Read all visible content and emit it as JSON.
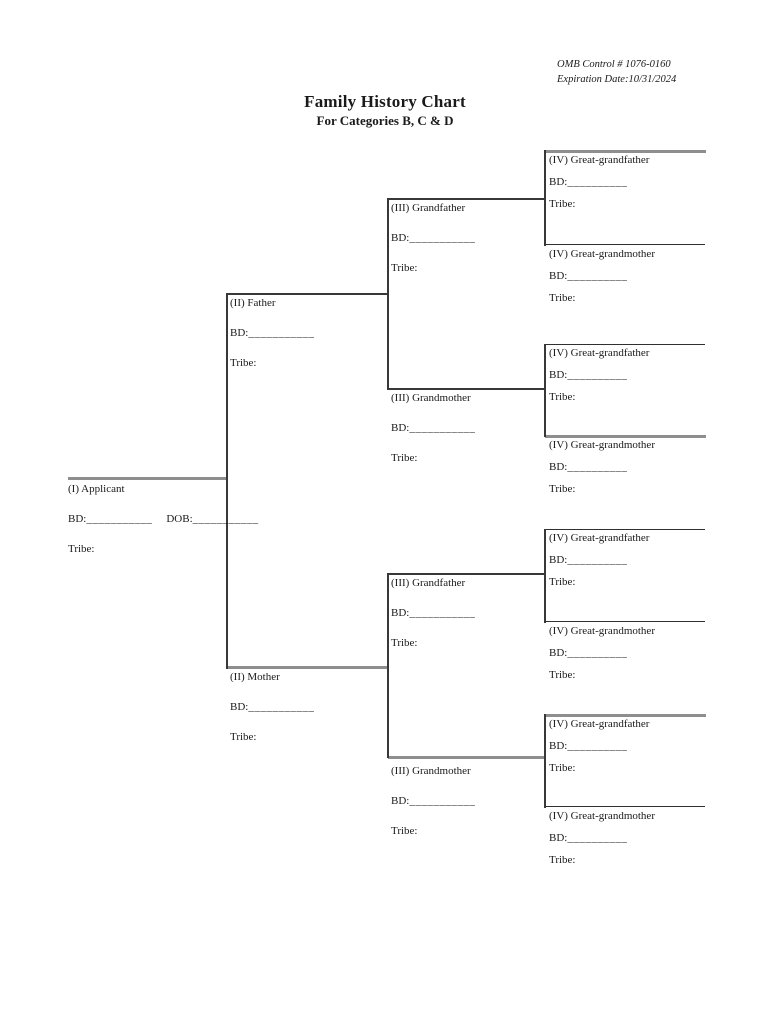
{
  "header": {
    "omb_control": "OMB Control # 1076-0160",
    "expiration": "Expiration Date:10/31/2024",
    "title": "Family History Chart",
    "subtitle": "For Categories B, C & D"
  },
  "colors": {
    "text": "#1a1a1a",
    "line_dark": "#383838",
    "line_gray": "#8e8e8e"
  },
  "persons": [
    {
      "id": "applicant",
      "label": "(I) Applicant",
      "bd": "BD:",
      "bd_blank": "___________",
      "dob": "DOB:",
      "dob_blank": "___________",
      "tribe": "Tribe:"
    },
    {
      "id": "father",
      "label": "(II) Father",
      "bd": "BD:",
      "bd_blank": "___________",
      "tribe": "Tribe:"
    },
    {
      "id": "mother",
      "label": "(II) Mother",
      "bd": "BD:",
      "bd_blank": "___________",
      "tribe": "Tribe:"
    },
    {
      "id": "paternal-grandfather",
      "label": "(III) Grandfather",
      "bd": "BD:",
      "bd_blank": "___________",
      "tribe": "Tribe:"
    },
    {
      "id": "paternal-grandmother",
      "label": "(III) Grandmother",
      "bd": "BD:",
      "bd_blank": "___________",
      "tribe": "Tribe:"
    },
    {
      "id": "maternal-grandfather",
      "label": "(III) Grandfather",
      "bd": "BD:",
      "bd_blank": "___________",
      "tribe": "Tribe:"
    },
    {
      "id": "maternal-grandmother",
      "label": "(III) Grandmother",
      "bd": "BD:",
      "bd_blank": "___________",
      "tribe": "Tribe:"
    },
    {
      "id": "great-grandfather-1",
      "label": "(IV) Great-grandfather",
      "bd": "BD:",
      "bd_blank": "__________",
      "tribe": "Tribe:"
    },
    {
      "id": "great-grandmother-1",
      "label": "(IV) Great-grandmother",
      "bd": "BD:",
      "bd_blank": "__________",
      "tribe": "Tribe:"
    },
    {
      "id": "great-grandfather-2",
      "label": "(IV) Great-grandfather",
      "bd": "BD:",
      "bd_blank": "__________",
      "tribe": "Tribe:"
    },
    {
      "id": "great-grandmother-2",
      "label": "(IV) Great-grandmother",
      "bd": "BD:",
      "bd_blank": "__________",
      "tribe": "Tribe:"
    },
    {
      "id": "great-grandfather-3",
      "label": "(IV) Great-grandfather",
      "bd": "BD:",
      "bd_blank": "__________",
      "tribe": "Tribe:"
    },
    {
      "id": "great-grandmother-3",
      "label": "(IV) Great-grandmother",
      "bd": "BD:",
      "bd_blank": "__________",
      "tribe": "Tribe:"
    },
    {
      "id": "great-grandfather-4",
      "label": "(IV) Great-grandfather",
      "bd": "BD:",
      "bd_blank": "__________",
      "tribe": "Tribe:"
    },
    {
      "id": "great-grandmother-4",
      "label": "(IV) Great-grandmother",
      "bd": "BD:",
      "bd_blank": "__________",
      "tribe": "Tribe:"
    }
  ]
}
